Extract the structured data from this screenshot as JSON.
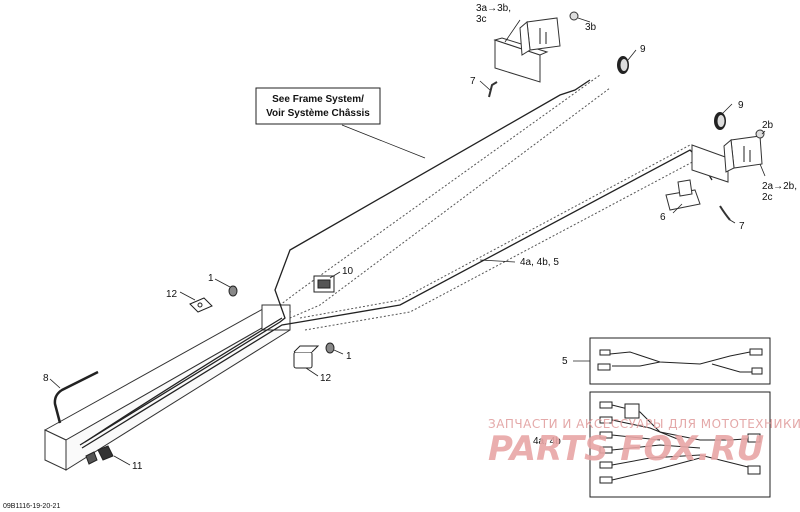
{
  "callout": {
    "line1": "See Frame System/",
    "line2": "Voir Système Châssis"
  },
  "labels": {
    "l3a_line1": "3a→3b,",
    "l3a_line2": "3c",
    "l3b": "3b",
    "l9_top": "9",
    "l7_top": "7",
    "l9_mid": "9",
    "l2b": "2b",
    "l2a_line1": "2a→2b,",
    "l2a_line2": "2c",
    "l6": "6",
    "l7_right": "7",
    "l4a": "4a, 4b, 5",
    "l10": "10",
    "l1_top": "1",
    "l12_top": "12",
    "l1_bottom": "1",
    "l12_bottom": "12",
    "l8": "8",
    "l11": "11",
    "l5_inset": "5",
    "l4ab_inset": "4a, 4b"
  },
  "watermark": {
    "line1": "ЗАПЧАСТИ И АКСЕССУАРЫ ДЛЯ МОТОТЕХНИКИ",
    "line2": "PARTS FOX.RU"
  },
  "diagram_code": "09B1116-19-20-21"
}
